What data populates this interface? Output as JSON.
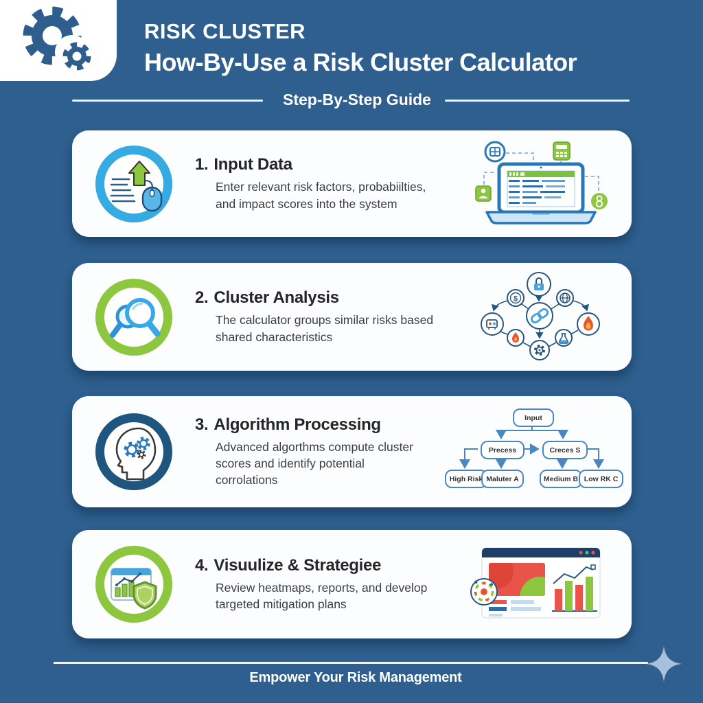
{
  "theme": {
    "background": "#2e5f8e",
    "card": "#fcfdfe",
    "accent_blue": "#35abe2",
    "accent_green": "#8dc63f",
    "accent_dark_blue": "#1f567f",
    "text_dark": "#262626",
    "alert_red": "#e8544a"
  },
  "header": {
    "brand": "RISK CLUSTER",
    "title": "How-By-Use a Risk Cluster Calculator",
    "subtitle": "Step-By-Step Guide"
  },
  "steps": [
    {
      "number": "1.",
      "title": "Input Data",
      "desc_lines": [
        "Enter relevant risk factors, probabiilties,",
        "and impact scores into the system"
      ],
      "ring_color": "#35abe2",
      "icon": "upload-data-icon",
      "illustration": "laptop-spreadsheet"
    },
    {
      "number": "2.",
      "title": "Cluster Analysis",
      "desc_lines": [
        "The calculator groups similar risks based",
        "shared characteristics"
      ],
      "ring_color": "#8dc63f",
      "icon": "magnifier-icon",
      "illustration": "risk-network"
    },
    {
      "number": "3.",
      "title": "Algorithm Processing",
      "desc_lines": [
        "Advanced algorthms compute cluster",
        "scores and identify potential",
        "corrolations"
      ],
      "ring_color": "#1f567f",
      "icon": "head-gears-icon",
      "illustration": "cluster-flowchart"
    },
    {
      "number": "4.",
      "title": "Visuulize & Strategiee",
      "desc_lines": [
        "Review heatmaps, reports, and develop",
        "targeted mitigation plans"
      ],
      "ring_color": "#8dc63f",
      "icon": "chart-shield-icon",
      "illustration": "dashboard-report"
    }
  ],
  "flowchart": {
    "root": "Input",
    "branch_left": "Precess",
    "branch_right": "Creces S",
    "leaves": [
      "High Risk",
      "Maluter A",
      "Medium B",
      "Low RK C"
    ]
  },
  "footer": {
    "tagline": "Empower Your Risk Management"
  }
}
